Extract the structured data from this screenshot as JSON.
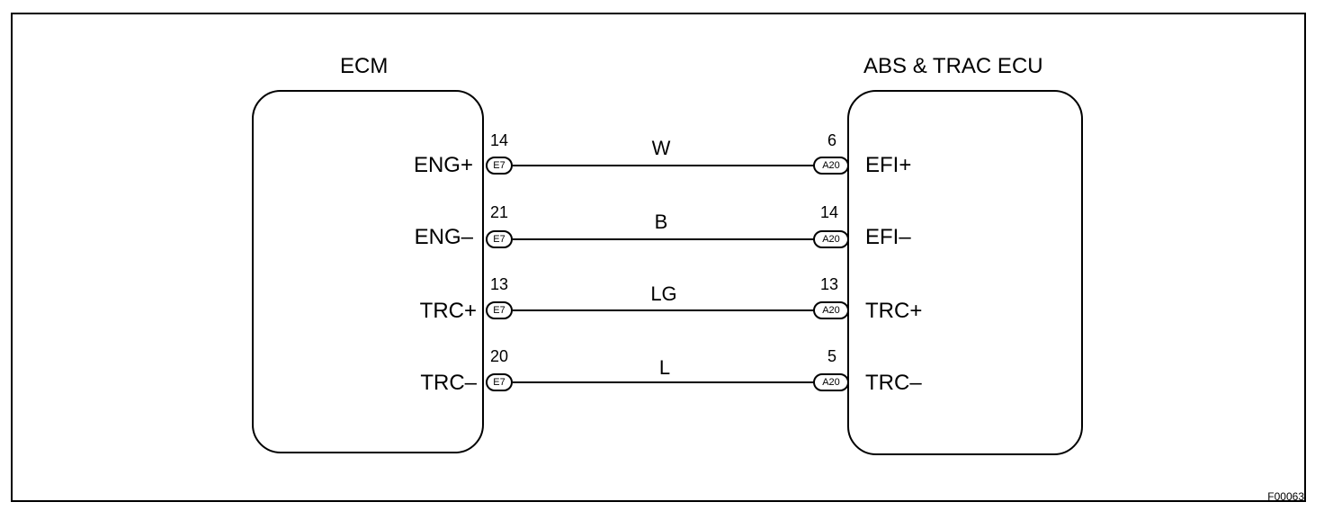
{
  "ecm": {
    "title": "ECM",
    "pins": [
      {
        "label": "ENG+",
        "number": "14",
        "connector": "E7"
      },
      {
        "label": "ENG–",
        "number": "21",
        "connector": "E7"
      },
      {
        "label": "TRC+",
        "number": "13",
        "connector": "E7"
      },
      {
        "label": "TRC–",
        "number": "20",
        "connector": "E7"
      }
    ]
  },
  "abs_ecu": {
    "title": "ABS & TRAC ECU",
    "pins": [
      {
        "label": "EFI+",
        "number": "6",
        "connector": "A20"
      },
      {
        "label": "EFI–",
        "number": "14",
        "connector": "A20"
      },
      {
        "label": "TRC+",
        "number": "13",
        "connector": "A20"
      },
      {
        "label": "TRC–",
        "number": "5",
        "connector": "A20"
      }
    ]
  },
  "wires": [
    "W",
    "B",
    "LG",
    "L"
  ],
  "figure_code": "F00063"
}
